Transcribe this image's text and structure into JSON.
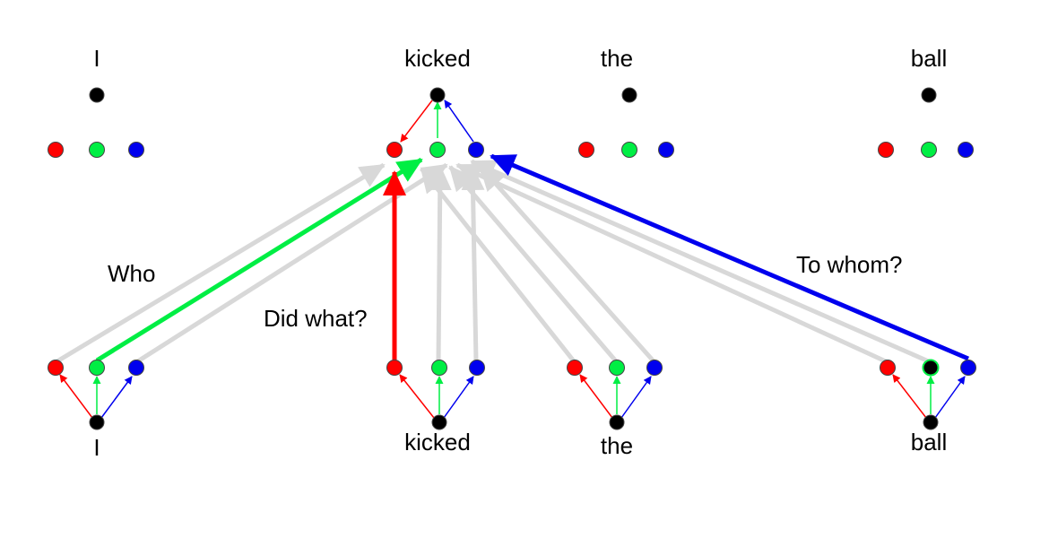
{
  "top_words": [
    "I",
    "kicked",
    "the",
    "ball"
  ],
  "bottom_words": [
    "I",
    "kicked",
    "the",
    "ball"
  ],
  "questions": {
    "who": "Who",
    "did_what": "Did what?",
    "to_whom": "To whom?"
  },
  "colors": {
    "red": "#ff0000",
    "green": "#00ee44",
    "blue": "#0000ee",
    "black": "#000000",
    "gray": "#d8d8d8"
  }
}
